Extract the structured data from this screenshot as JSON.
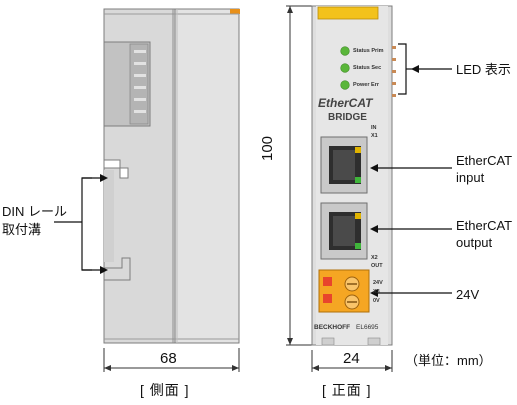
{
  "side_view": {
    "dimension_width": "68",
    "caption": "[ 側面 ]",
    "din_rail_label_line1": "DIN レール",
    "din_rail_label_line2": "取付溝"
  },
  "front_view": {
    "dimension_width": "24",
    "dimension_height": "100",
    "caption": "[ 正面 ]",
    "unit_note": "（単位：mm）",
    "led_labels": [
      "Status Prim",
      "Status Sec",
      "Power Err"
    ],
    "logo_text": "EtherCAT",
    "bridge_text": "BRIDGE",
    "port_in_label_1": "IN",
    "port_in_label_2": "X1",
    "port_out_label_1": "X2",
    "port_out_label_2": "OUT",
    "terminal_labels": [
      "24V",
      "X3",
      "0V"
    ],
    "brand": "BECKHOFF",
    "model": "EL6695"
  },
  "callouts": {
    "led": "LED 表示",
    "ethercat_input_1": "EtherCAT",
    "ethercat_input_2": "input",
    "ethercat_output_1": "EtherCAT",
    "ethercat_output_2": "output",
    "power": "24V"
  },
  "colors": {
    "housing": "#dcdcdc",
    "housing_edge": "#8a8a8a",
    "led_green": "#5ab63a",
    "terminal_orange": "#f5a623",
    "terminal_red": "#e8452c",
    "top_tab_yellow": "#f3c21b"
  }
}
